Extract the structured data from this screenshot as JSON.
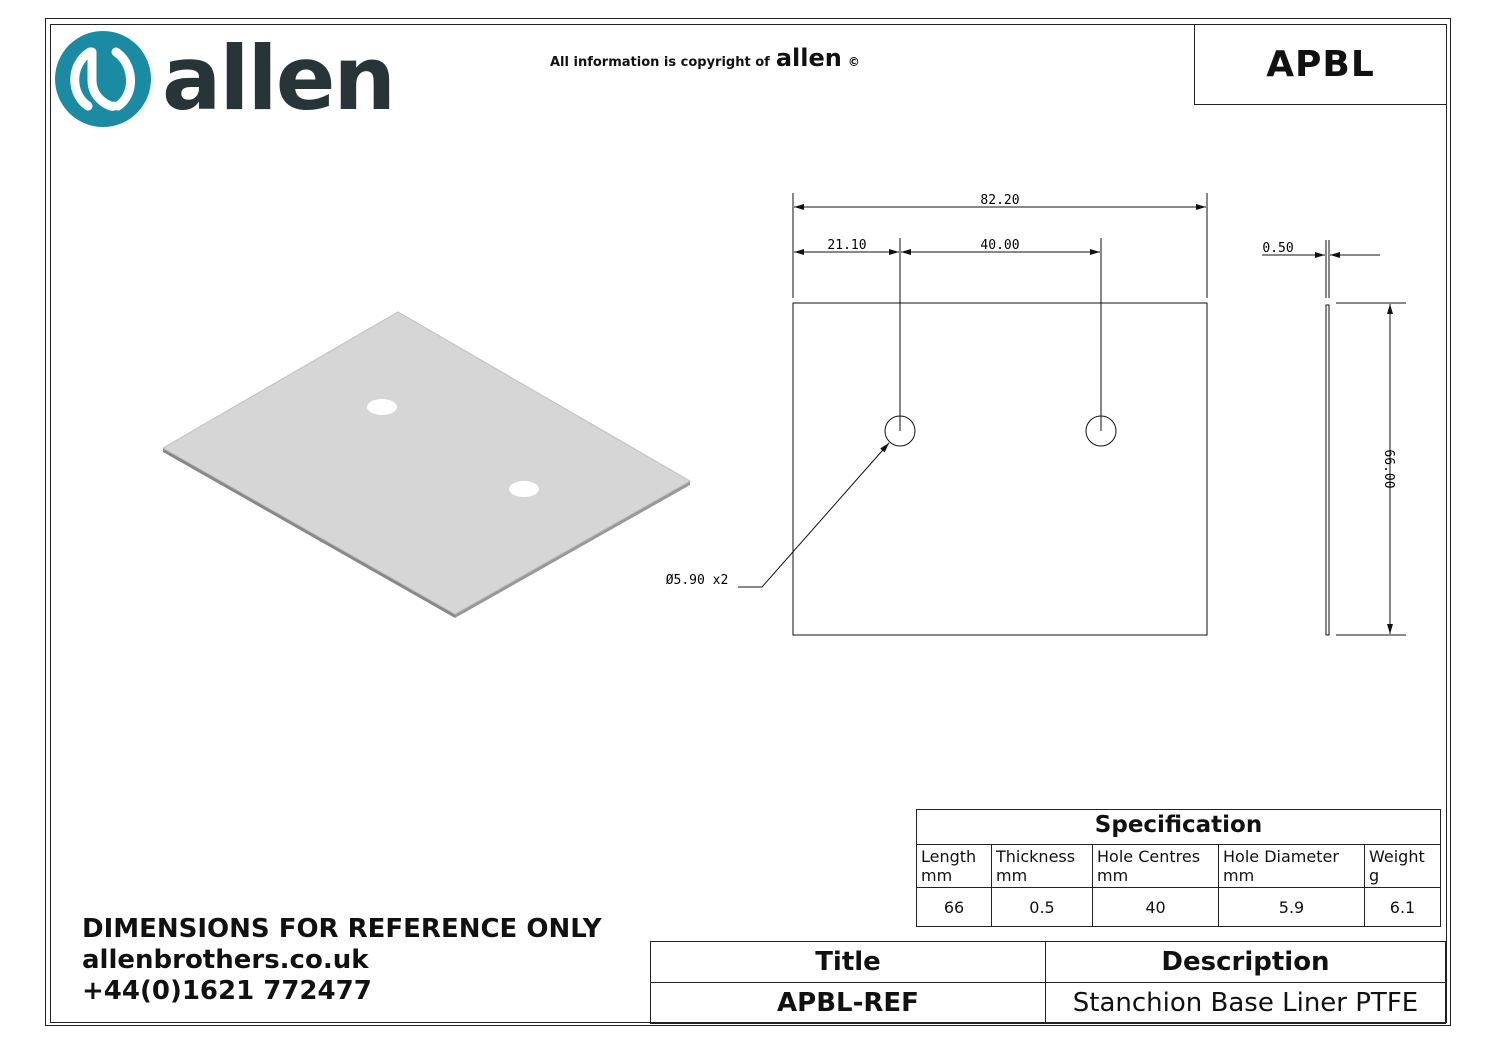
{
  "header": {
    "logo_text": "allen",
    "copyright_prefix": "All information is copyright of",
    "copyright_brand": "allen",
    "copyright_symbol": "©",
    "product_code": "APBL"
  },
  "drawing": {
    "overall_width": "82.20",
    "edge_to_hole": "21.10",
    "hole_centres": "40.00",
    "thickness": "0.50",
    "height": "66.00",
    "hole_callout": "Ø5.90 x2"
  },
  "specification": {
    "title": "Specification",
    "columns": [
      {
        "label": "Length",
        "unit": "mm",
        "value": "66"
      },
      {
        "label": "Thickness",
        "unit": "mm",
        "value": "0.5"
      },
      {
        "label": "Hole Centres",
        "unit": "mm",
        "value": "40"
      },
      {
        "label": "Hole Diameter",
        "unit": "mm",
        "value": "5.9"
      },
      {
        "label": "Weight",
        "unit": "g",
        "value": "6.1"
      }
    ]
  },
  "footer": {
    "notice": "DIMENSIONS FOR REFERENCE ONLY",
    "website": "allenbrothers.co.uk",
    "phone": "+44(0)1621 772477"
  },
  "title_block": {
    "title_label": "Title",
    "description_label": "Description",
    "title_value": "APBL-REF",
    "description_value": "Stanchion Base Liner PTFE"
  },
  "colors": {
    "brand_teal": "#1b8ba3",
    "brand_dark": "#283538"
  }
}
